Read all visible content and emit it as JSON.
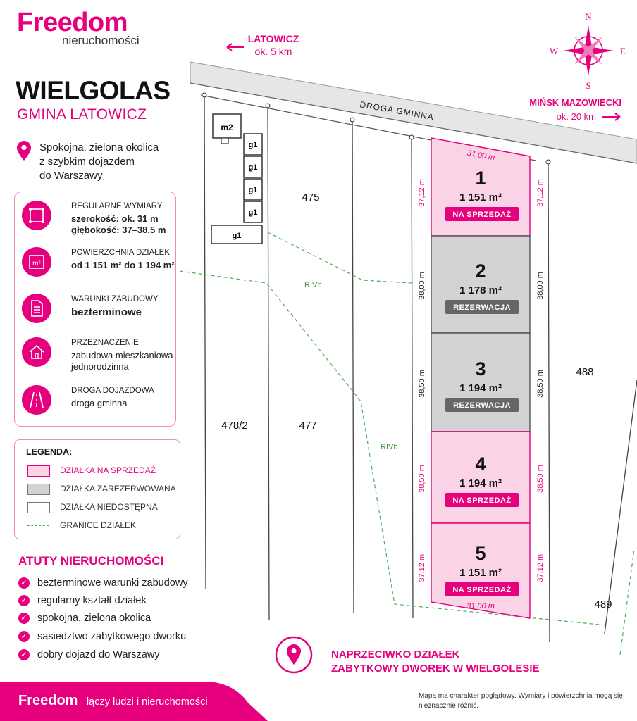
{
  "brand": {
    "name": "Freedom",
    "sub": "nieruchomości"
  },
  "title": "WIELGOLAS",
  "subtitle": "GMINA LATOWICZ",
  "location_lines": [
    "Spokojna, zielona okolica",
    "z szybkim dojazdem",
    "do Warszawy"
  ],
  "features": [
    {
      "icon": "dimensions-icon",
      "l1": "REGULARNE WYMIARY",
      "l2": [
        "szerokość: ok. 31 m",
        "głębokość: 37–38,5 m"
      ],
      "bold": true
    },
    {
      "icon": "area-m2-icon",
      "l1": "POWIERZCHNIA DZIAŁEK",
      "l2": [
        "od 1 151 m² do 1 194 m²"
      ],
      "bold": true
    },
    {
      "icon": "document-icon",
      "l1": "WARUNKI ZABUDOWY",
      "l2": [
        "bezterminowe"
      ],
      "bold": true
    },
    {
      "icon": "house-icon",
      "l1": "PRZEZNACZENIE",
      "l2": [
        "zabudowa mieszkaniowa",
        "jednorodzinna"
      ],
      "bold": false
    },
    {
      "icon": "road-icon",
      "l1": "DROGA DOJAZDOWA",
      "l2": [
        "droga gminna"
      ],
      "bold": false
    }
  ],
  "legend": {
    "title": "LEGENDA:",
    "items": [
      {
        "label": "DZIAŁKA NA SPRZEDAŻ",
        "type": "sale",
        "color": "#e6007e"
      },
      {
        "label": "DZIAŁKA ZAREZERWOWANA",
        "type": "reserved",
        "color": "#333333"
      },
      {
        "label": "DZIAŁKA NIEDOSTĘPNA",
        "type": "unavailable",
        "color": "#333333"
      },
      {
        "label": "GRANICE DZIAŁEK",
        "type": "border",
        "color": "#333333"
      }
    ]
  },
  "atuty": {
    "title": "ATUTY NIERUCHOMOŚCI",
    "items": [
      "bezterminowe warunki zabudowy",
      "regularny kształt działek",
      "spokojna, zielona okolica",
      "sąsiedztwo zabytkowego dworku",
      "dobry dojazd do Warszawy"
    ]
  },
  "footer": {
    "brand": "Freedom",
    "slogan": "łączy ludzi i nieruchomości"
  },
  "notice": [
    "NAPRZECIWKO DZIAŁEK",
    "ZABYTKOWY DWOREK W WIELGOLESIE"
  ],
  "disclaimer": [
    "Mapa ma charakter poglądowy. Wymiary i powierzchnia mogą się",
    "nieznacznie różnić."
  ],
  "map": {
    "road": "DROGA GMINNA",
    "dir_west": {
      "name": "LATOWICZ",
      "dist": "ok. 5 km"
    },
    "dir_east": {
      "name": "MIŃSK MAZOWIECKI",
      "dist": "ok. 20 km"
    },
    "compass": {
      "n": "N",
      "s": "S",
      "e": "E",
      "w": "W"
    },
    "buildings": [
      "m2",
      "g1",
      "g1",
      "g1",
      "g1",
      "g1"
    ],
    "parcel_numbers": [
      "475",
      "478/2",
      "477",
      "488",
      "489"
    ],
    "soil_labels": [
      "RIVb",
      "RIVb"
    ],
    "width_label": "31,00 m",
    "plots": [
      {
        "num": "1",
        "area": "1 151 m²",
        "status": "NA SPRZEDAŻ",
        "type": "sale",
        "depth": "37,12 m"
      },
      {
        "num": "2",
        "area": "1 178 m²",
        "status": "REZERWACJA",
        "type": "reserved",
        "depth": "38,00 m"
      },
      {
        "num": "3",
        "area": "1 194 m²",
        "status": "REZERWACJA",
        "type": "reserved",
        "depth": "38,50 m"
      },
      {
        "num": "4",
        "area": "1 194 m²",
        "status": "NA SPRZEDAŻ",
        "type": "sale",
        "depth": "38,50 m"
      },
      {
        "num": "5",
        "area": "1 151 m²",
        "status": "NA SPRZEDAŻ",
        "type": "sale",
        "depth": "37,12 m"
      }
    ]
  },
  "colors": {
    "accent": "#e6007e",
    "sale_fill": "#fbd3e6",
    "reserved_fill": "#d3d3d3",
    "soil_green": "#4caf50"
  }
}
